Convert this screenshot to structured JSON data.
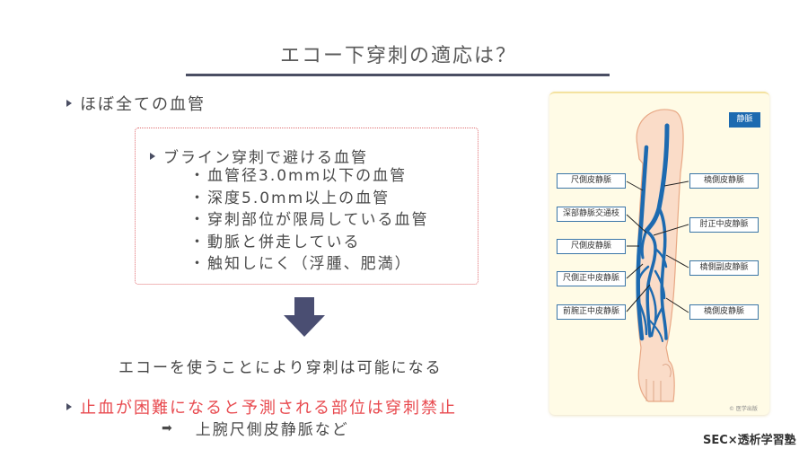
{
  "slide": {
    "title": "エコー下穿刺の適応は？",
    "bullet1": "ほぼ全ての血管",
    "box": {
      "heading": "ブライン穿刺で避ける血管",
      "items": [
        "血管径3.0mm以下の血管",
        "深度5.0mm以上の血管",
        "穿刺部位が限局している血管",
        "動脈と併走している",
        "触知しにく（浮腫、肥満）"
      ],
      "item_marker": "・"
    },
    "arrow": "down-arrow",
    "result": "エコーを使うことにより穿刺は可能になる",
    "bullet2": "止血が困難になると予測される部位は穿刺禁止",
    "bullet2_sub_arrow": "➡",
    "bullet2_sub": "上腕尺側皮静脈など",
    "footer": "SEC×透析学習塾"
  },
  "figure": {
    "legend": "静脈",
    "labels_left": [
      "尺側皮静脈",
      "深部静脈交通枝",
      "尺側皮静脈",
      "尺側正中皮静脈",
      "前腕正中皮静脈"
    ],
    "labels_right": [
      "橈側皮静脈",
      "肘正中皮静脈",
      "橈側副皮静脈",
      "橈側皮静脈"
    ],
    "copyright": "© 医学出版"
  },
  "colors": {
    "title_rule": "#4a4e63",
    "accent_red": "#e84a4f",
    "box_border": "#e06f72",
    "vein_blue": "#1d6ab0",
    "skin": "#fadcc8",
    "figure_bg": "#fffbe6"
  }
}
